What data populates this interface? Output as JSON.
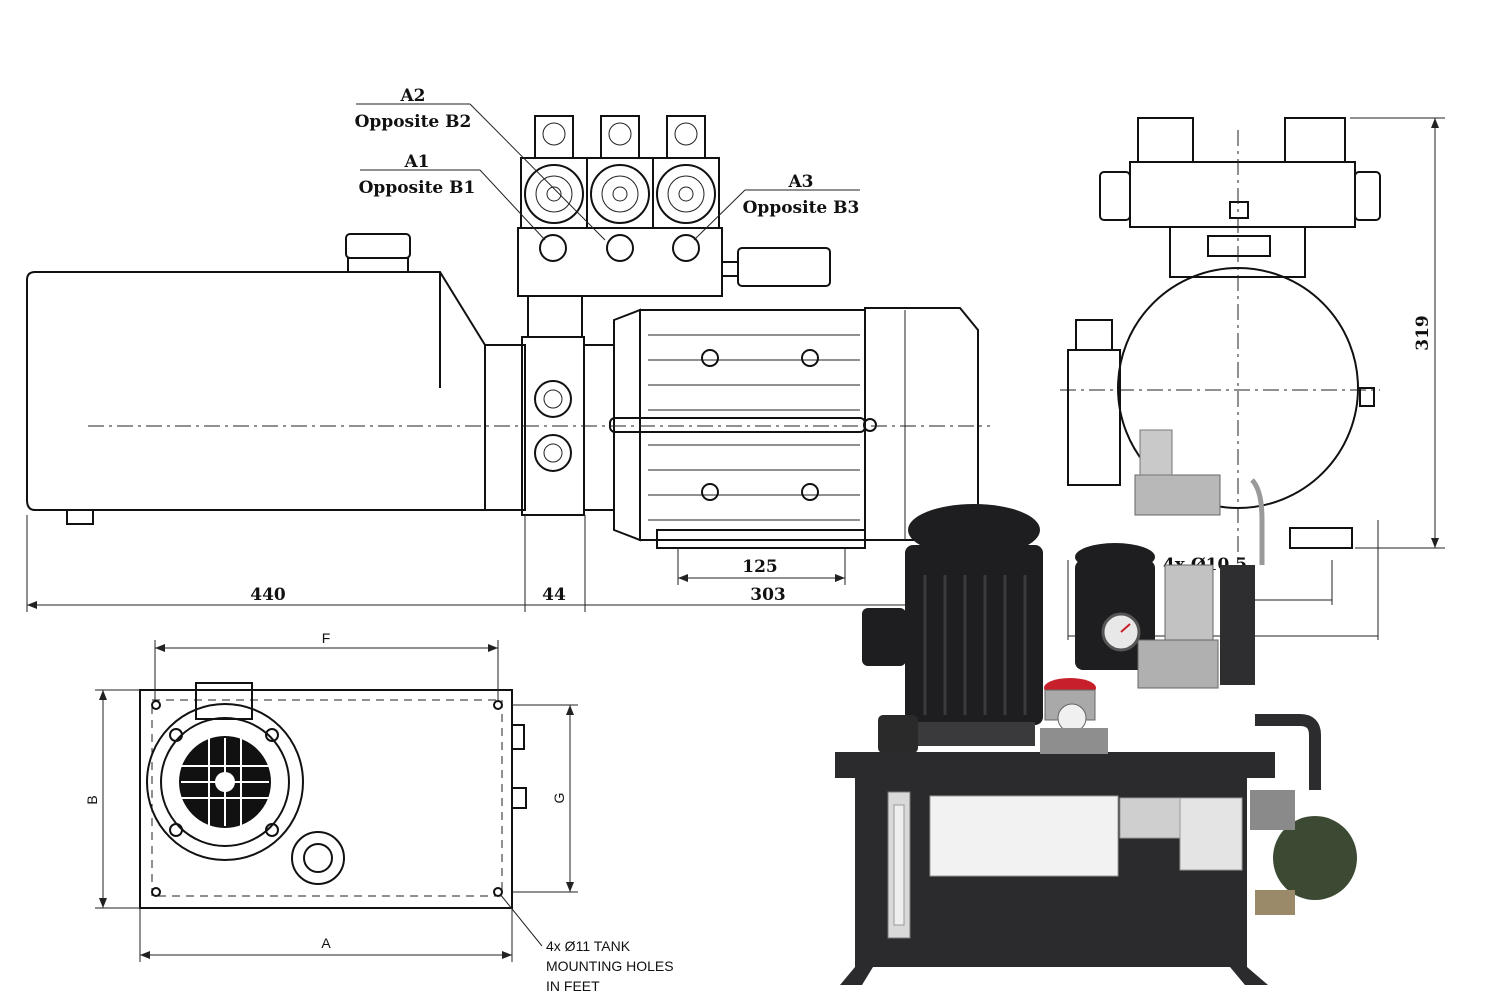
{
  "callouts": {
    "a2": "A2",
    "opp_b2": "Opposite B2",
    "a1": "A1",
    "opp_b1": "Opposite B1",
    "a3": "A3",
    "opp_b3": "Opposite B3"
  },
  "dimensions": {
    "d440": "440",
    "d44": "44",
    "d303": "303",
    "d125": "125",
    "d319": "319",
    "holes_side": "4x Ø10.5"
  },
  "top_view": {
    "dim_f": "F",
    "dim_b": "B",
    "dim_g": "G",
    "dim_a": "A",
    "note_line1": "4x Ø11 TANK",
    "note_line2": "MOUNTING HOLES",
    "note_line3": "IN FEET"
  },
  "colors": {
    "unit_body": "#2b2b2d",
    "motor": "#1e1e20",
    "label_plate": "#f2f2f2",
    "gauge_red": "#c8202a",
    "green_motor": "#3d4a33"
  }
}
